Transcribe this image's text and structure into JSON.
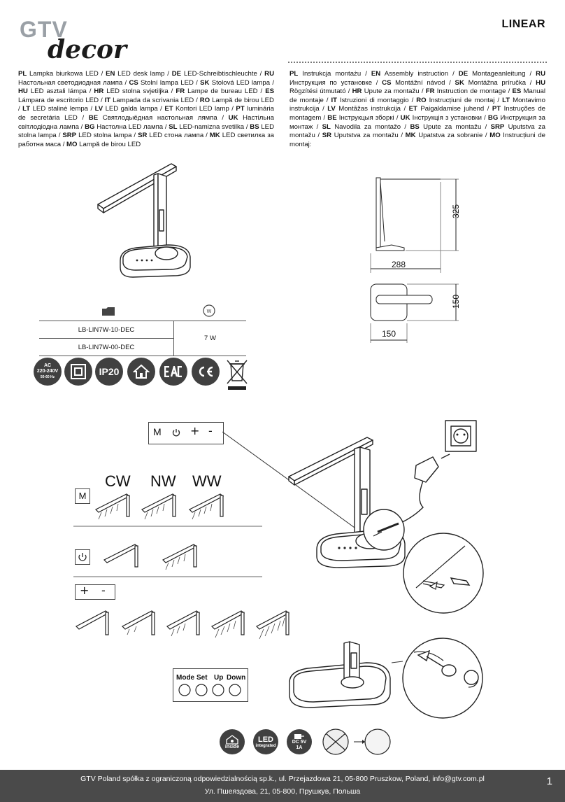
{
  "brand": {
    "gtv": "GTV",
    "decor": "decor"
  },
  "product": "LINEAR",
  "description": [
    {
      "code": "PL",
      "text": " Lampka biurkowa LED / "
    },
    {
      "code": "EN",
      "text": " LED desk lamp / "
    },
    {
      "code": "DE",
      "text": " LED-Schreibtischleuchte / "
    },
    {
      "code": "RU",
      "text": " Настольная светодиодная лампа / "
    },
    {
      "code": "CS",
      "text": " Stolní lampa LED / "
    },
    {
      "code": "SK",
      "text": " Stolová LED lampa / "
    },
    {
      "code": "HU",
      "text": " LED asztali lámpa / "
    },
    {
      "code": "HR",
      "text": " LED stolna svjetiljka / "
    },
    {
      "code": "FR",
      "text": " Lampe de bureau LED / "
    },
    {
      "code": "ES",
      "text": " Lámpara de escritorio LED / "
    },
    {
      "code": "IT",
      "text": " Lampada da scrivania LED / "
    },
    {
      "code": "RO",
      "text": " Lampă de birou LED / "
    },
    {
      "code": "LT",
      "text": " LED stalinė lempa / "
    },
    {
      "code": "LV",
      "text": " LED galda lampa / "
    },
    {
      "code": "ET",
      "text": " Kontori LED lamp / "
    },
    {
      "code": "PT",
      "text": " luminária de secretária LED / "
    },
    {
      "code": "BE",
      "text": " Святлодыёдная настольная лямпа / "
    },
    {
      "code": "UK",
      "text": " Настільна світлодіодна лампа / "
    },
    {
      "code": "BG",
      "text": " Настолна LED лампа / "
    },
    {
      "code": "SL",
      "text": " LED-namizna svetilka / "
    },
    {
      "code": "BS",
      "text": " LED stolna lampa / "
    },
    {
      "code": "SRP",
      "text": " LED stolna lampa / "
    },
    {
      "code": "SR",
      "text": " LED стона лампа / "
    },
    {
      "code": "MK",
      "text": " LED светилка за работна маса / "
    },
    {
      "code": "MO",
      "text": " Lampă de birou LED"
    }
  ],
  "instructions": [
    {
      "code": "PL",
      "text": " Instrukcja montażu / "
    },
    {
      "code": "EN",
      "text": " Assembly instruction / "
    },
    {
      "code": "DE",
      "text": " Montageanleitung / "
    },
    {
      "code": "RU",
      "text": " Инструкция по установке / "
    },
    {
      "code": "CS",
      "text": " Montážní návod / "
    },
    {
      "code": "SK",
      "text": " Montážna príručka / "
    },
    {
      "code": "HU",
      "text": " Rögzítési útmutató / "
    },
    {
      "code": "HR",
      "text": " Upute za montažu / "
    },
    {
      "code": "FR",
      "text": " Instruction de montage / "
    },
    {
      "code": "ES",
      "text": " Manual de montaje / "
    },
    {
      "code": "IT",
      "text": " Istruzioni di montaggio / "
    },
    {
      "code": "RO",
      "text": " Instrucțiuni de montaj / "
    },
    {
      "code": "LT",
      "text": " Montavimo instrukcija / "
    },
    {
      "code": "LV",
      "text": " Montāžas instrukcija / "
    },
    {
      "code": "ET",
      "text": " Paigaldamise juhend / "
    },
    {
      "code": "PT",
      "text": " Instruções de montagem / "
    },
    {
      "code": "BE",
      "text": " Інструкцыя зборкі / "
    },
    {
      "code": "UK",
      "text": " Інструкція з установки / "
    },
    {
      "code": "BG",
      "text": " Инструкция за монтаж / "
    },
    {
      "code": "SL",
      "text": " Navodila za montažo / "
    },
    {
      "code": "BS",
      "text": " Upute za montažu / "
    },
    {
      "code": "SRP",
      "text": " Uputstva za montažu / "
    },
    {
      "code": "SR",
      "text": " Uputstva za montažu / "
    },
    {
      "code": "MK",
      "text": " Upatstva za sobranie / "
    },
    {
      "code": "MO",
      "text": " Instrucțiuni de montaj:"
    }
  ],
  "dimensions": {
    "height": "325",
    "width": "288",
    "base_depth": "150",
    "base_width": "150"
  },
  "spec": {
    "model1": "LB-LIN7W-10-DEC",
    "model2": "LB-LIN7W-00-DEC",
    "power": "7 W"
  },
  "badges": {
    "ac_line1": "AC",
    "ac_line2": "220-240V",
    "ac_line3": "50-60 Hz",
    "ip": "IP20"
  },
  "controls": {
    "m": "M",
    "plus": "+",
    "minus": "-"
  },
  "modes": {
    "cw": "CW",
    "nw": "NW",
    "ww": "WW",
    "m": "M"
  },
  "control_labels": [
    "Mode",
    "Set",
    "Up",
    "Down"
  ],
  "bottom_badges": {
    "inside": "inside",
    "led": "LED",
    "integrated": "integrated",
    "dc_line1": "DC 5V",
    "dc_line2": "1A"
  },
  "footer": {
    "line1": "GTV Poland spółka z ograniczoną odpowiedzialnością sp.k., ul. Przejazdowa 21, 05-800 Pruszkow, Poland, info@gtv.com.pl",
    "line2": "Ул. Пшеяздова, 21, 05-800, Прушкув, Польша",
    "page": "1"
  },
  "colors": {
    "footer_bg": "#4a4a4a",
    "badge_bg": "#404040",
    "logo_gray": "#9aa0a6"
  }
}
